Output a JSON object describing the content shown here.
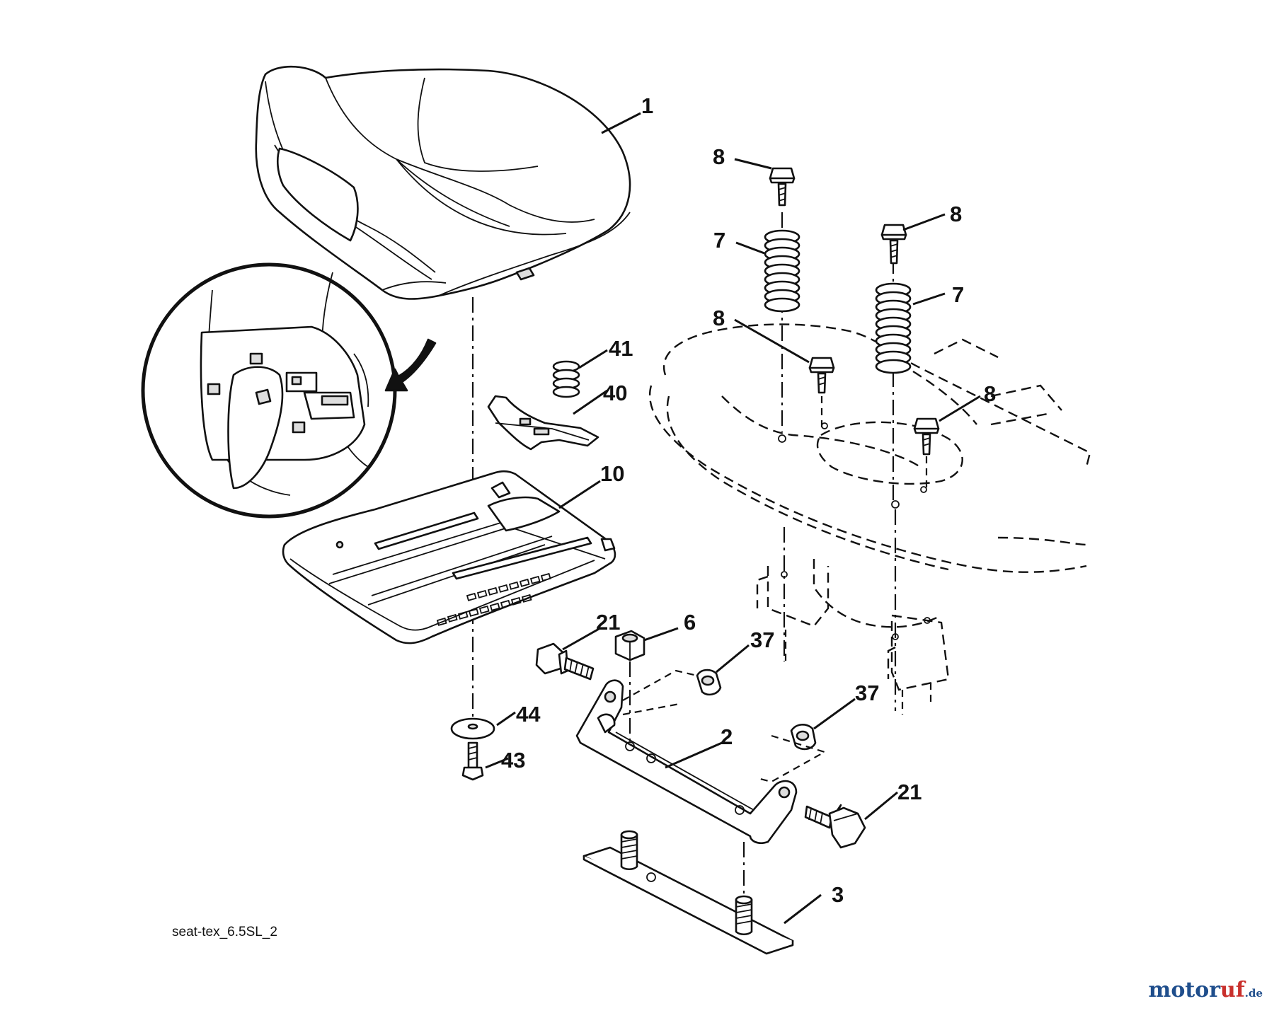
{
  "callouts": {
    "seat": "1",
    "bolt_top_left": "8",
    "bolt_top_right": "8",
    "bolt_mid_left": "8",
    "bolt_mid_right": "8",
    "spring_left": "7",
    "spring_right": "7",
    "spring_small": "41",
    "latch": "40",
    "seat_pan": "10",
    "bolt_left": "21",
    "nut": "6",
    "bushing_upper": "37",
    "bushing_lower": "37",
    "washer": "44",
    "screw": "43",
    "bracket": "2",
    "bolt_right": "21",
    "base_plate": "3"
  },
  "caption": "seat-tex_6.5SL_2",
  "watermark": {
    "main": "motor",
    "accent": "uf",
    "suffix": ".de",
    "brand_color": "#1f4e8c",
    "accent_color": "#c9302c"
  }
}
